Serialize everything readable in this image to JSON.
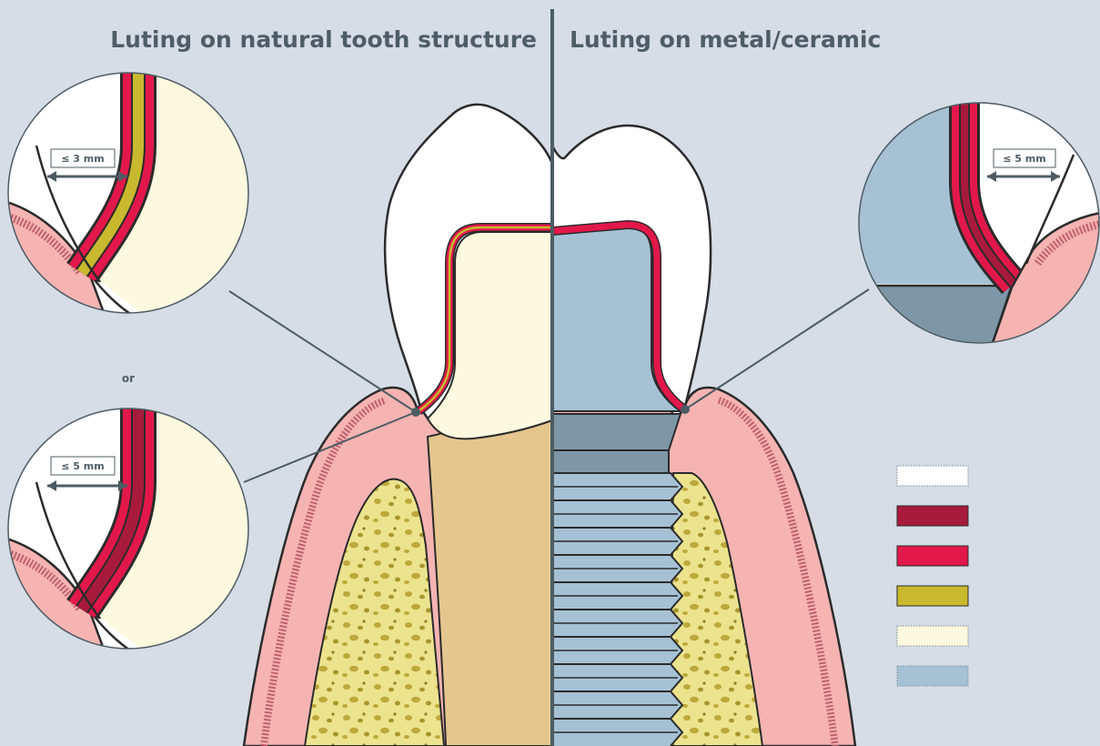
{
  "titles": {
    "left": "Luting on natural tooth structure",
    "right": "Luting on metal/ceramic"
  },
  "labels": {
    "or": "or",
    "dim_top_left": "≤ 3 mm",
    "dim_bottom_left": "≤ 5 mm",
    "dim_right": "≤ 5 mm"
  },
  "legend_colors": [
    "#ffffff",
    "#a81a3c",
    "#e3184a",
    "#c9b92e",
    "#fdf9df",
    "#a6c1d4"
  ],
  "colors": {
    "background": "#d6dde6",
    "divider": "#4d5c64",
    "enamel": "#ffffff",
    "luting_dark": "#a81a3c",
    "luting_red": "#e3184a",
    "bonding_yellow": "#c9b92e",
    "dentin": "#fdf9df",
    "ceramic_metal": "#a6c1d4",
    "implant": "#7e97a7",
    "gingiva": "#f5b4b2",
    "gingiva_edge": "#c0606e",
    "bone": "#ece38e",
    "bone_pore": "#bda83a",
    "root": "#e5c68e"
  }
}
